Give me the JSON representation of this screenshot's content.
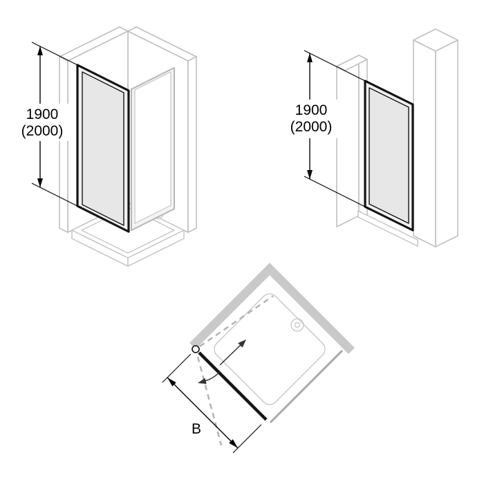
{
  "figure": {
    "corner_view": {
      "height_dimension": {
        "line1": "1900",
        "line2": "(2000)"
      }
    },
    "niche_view": {
      "height_dimension": {
        "line1": "1900",
        "line2": "(2000)"
      }
    },
    "plan_view": {
      "width_dimension_label": "B"
    }
  },
  "colors": {
    "wall_outline": "#bfbfbf",
    "plan_wall_fill": "#c9c9c9",
    "door_frame": "#141414",
    "glass_fill": "#e7e7e7",
    "dashed_swing": "#b3b3b3",
    "dimension": "#000000"
  }
}
